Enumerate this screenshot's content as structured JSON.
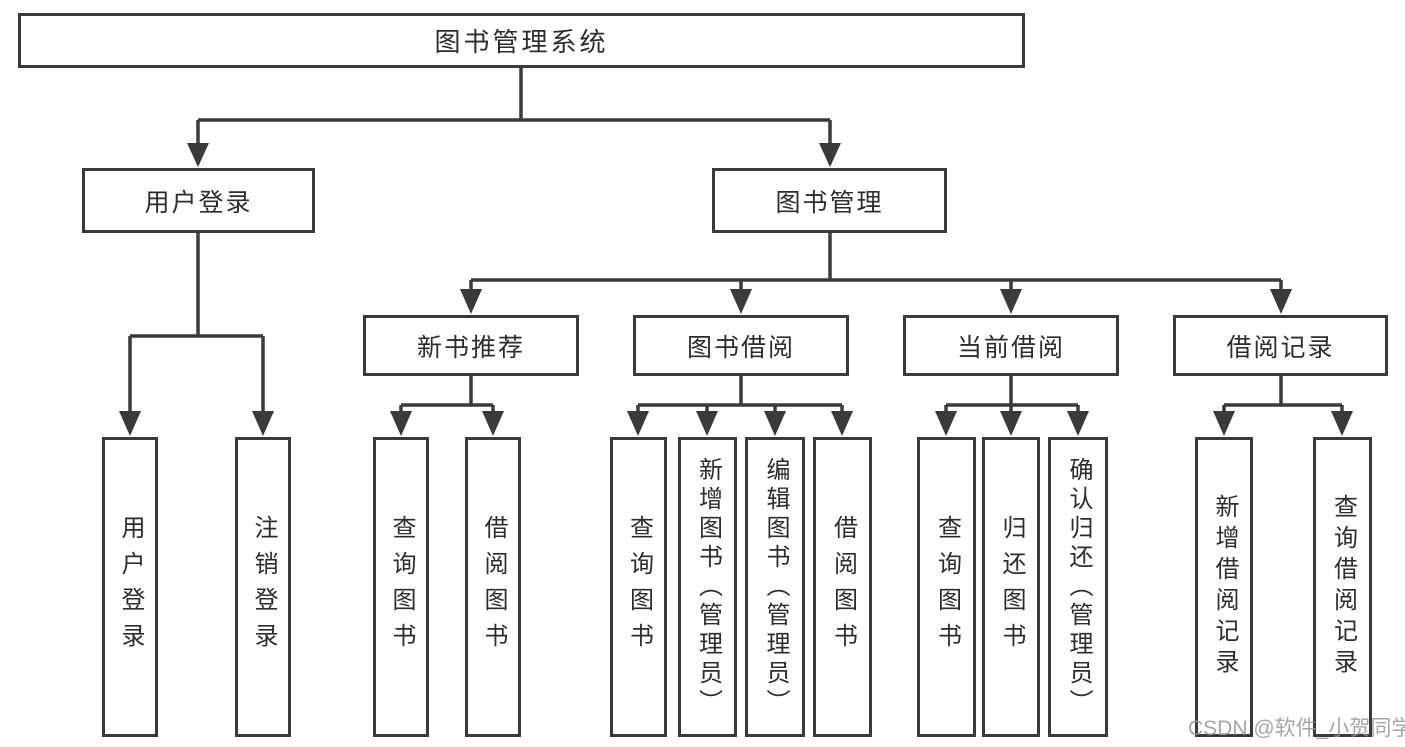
{
  "diagram_title": "图书管理系统",
  "nodes": {
    "root": "图书管理系统",
    "user_login": "用户登录",
    "book_management": "图书管理",
    "new_book_rec": "新书推荐",
    "book_borrow": "图书借阅",
    "current_borrow": "当前借阅",
    "borrow_records": "借阅记录",
    "leaf_user_login": "用户登录",
    "leaf_logout": "注销登录",
    "leaf_rec_query": "查询图书",
    "leaf_rec_borrow": "借阅图书",
    "leaf_bb_query": "查询图书",
    "leaf_bb_add": "新增图书（管理员）",
    "leaf_bb_edit": "编辑图书（管理员）",
    "leaf_bb_borrow": "借阅图书",
    "leaf_cb_query": "查询图书",
    "leaf_cb_return": "归还图书",
    "leaf_cb_confirm": "确认归还（管理员）",
    "leaf_br_add": "新增借阅记录",
    "leaf_br_query": "查询借阅记录"
  },
  "hierarchy": {
    "图书管理系统": {
      "用户登录": [
        "用户登录",
        "注销登录"
      ],
      "图书管理": {
        "新书推荐": [
          "查询图书",
          "借阅图书"
        ],
        "图书借阅": [
          "查询图书",
          "新增图书（管理员）",
          "编辑图书（管理员）",
          "借阅图书"
        ],
        "当前借阅": [
          "查询图书",
          "归还图书",
          "确认归还（管理员）"
        ],
        "借阅记录": [
          "新增借阅记录",
          "查询借阅记录"
        ]
      }
    }
  },
  "watermark": {
    "text": "CSDN @软件_小贺同学"
  },
  "colors": {
    "line": "#3a3a3a",
    "text": "#2d2d2d",
    "box_fill": "#ffffff",
    "watermark": "#969696"
  }
}
